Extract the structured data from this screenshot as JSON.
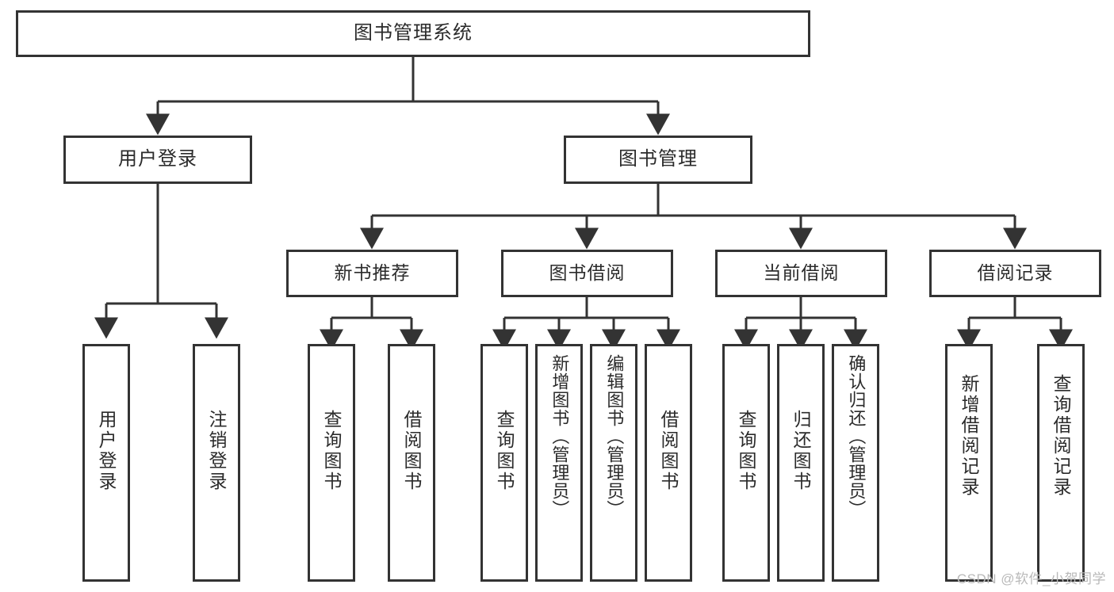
{
  "diagram": {
    "type": "tree-hierarchy-chart",
    "title": "图书管理系统",
    "orientation": "top-down",
    "colors": {
      "box_border": "#333333",
      "box_fill": "#ffffff",
      "connector": "#333333",
      "text": "#2b2b2b",
      "watermark": "#b9b9b9",
      "background": "#ffffff"
    },
    "root": {
      "id": "root",
      "label": "图书管理系统",
      "level": 1
    },
    "level2": [
      {
        "id": "user-login",
        "label": "用户登录",
        "level": 2
      },
      {
        "id": "book-management",
        "label": "图书管理",
        "level": 2
      }
    ],
    "level3": [
      {
        "id": "new-book-recommend",
        "label": "新书推荐",
        "level": 3,
        "parent": "book-management"
      },
      {
        "id": "book-borrow",
        "label": "图书借阅",
        "level": 3,
        "parent": "book-management"
      },
      {
        "id": "current-borrow",
        "label": "当前借阅",
        "level": 3,
        "parent": "book-management"
      },
      {
        "id": "borrow-record",
        "label": "借阅记录",
        "level": 3,
        "parent": "book-management"
      }
    ],
    "leaves": [
      {
        "id": "leaf-user-login",
        "label": "用户登录",
        "parent": "user-login"
      },
      {
        "id": "leaf-user-logout",
        "label": "注销登录",
        "parent": "user-login"
      },
      {
        "id": "leaf-query-book-1",
        "label": "查询图书",
        "parent": "new-book-recommend"
      },
      {
        "id": "leaf-borrow-book-1",
        "label": "借阅图书",
        "parent": "new-book-recommend"
      },
      {
        "id": "leaf-query-book-2",
        "label": "查询图书",
        "parent": "book-borrow"
      },
      {
        "id": "leaf-add-book",
        "label": "新增图书（管理员）",
        "parent": "book-borrow"
      },
      {
        "id": "leaf-edit-book",
        "label": "编辑图书（管理员）",
        "parent": "book-borrow"
      },
      {
        "id": "leaf-borrow-book-2",
        "label": "借阅图书",
        "parent": "book-borrow"
      },
      {
        "id": "leaf-query-book-3",
        "label": "查询图书",
        "parent": "current-borrow"
      },
      {
        "id": "leaf-return-book",
        "label": "归还图书",
        "parent": "current-borrow"
      },
      {
        "id": "leaf-confirm-return",
        "label": "确认归还（管理员）",
        "parent": "current-borrow"
      },
      {
        "id": "leaf-add-record",
        "label": "新增借阅记录",
        "parent": "borrow-record"
      },
      {
        "id": "leaf-query-record",
        "label": "查询借阅记录",
        "parent": "borrow-record"
      }
    ]
  },
  "watermark": {
    "text": "CSDN @软件_小贺同学"
  }
}
